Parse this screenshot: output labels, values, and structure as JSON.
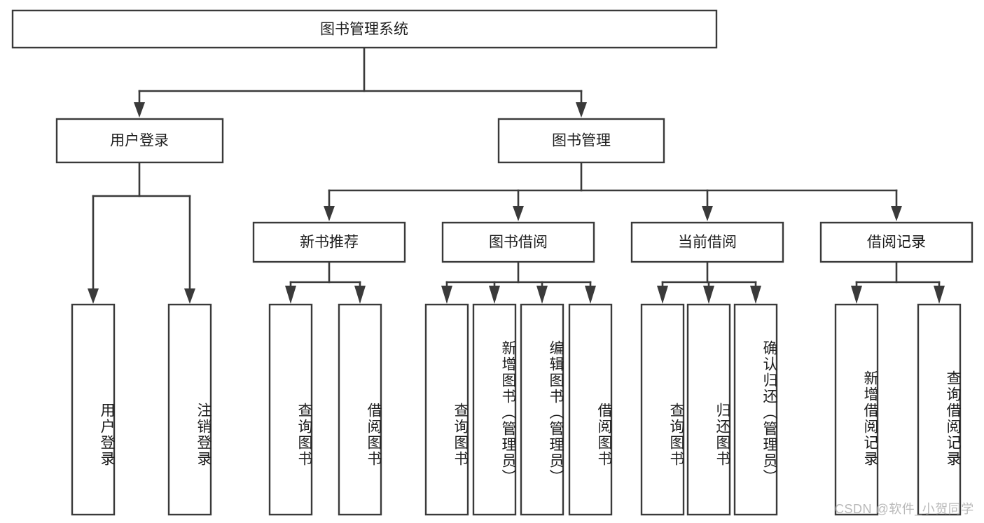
{
  "diagram": {
    "type": "tree",
    "title": "图书管理系统",
    "watermark": "CSDN @软件_小贺同学",
    "colors": {
      "stroke": "#3a3a3a",
      "fill": "#ffffff",
      "text": "#1d1d1d",
      "watermark": "#b9b9b9"
    },
    "nodes": {
      "root": {
        "label": "图书管理系统",
        "level": 0
      },
      "l1_user_login": {
        "label": "用户登录",
        "level": 1
      },
      "l1_book_manage": {
        "label": "图书管理",
        "level": 1
      },
      "l2_new_book": {
        "label": "新书推荐",
        "level": 2
      },
      "l2_book_borrow": {
        "label": "图书借阅",
        "level": 2
      },
      "l2_current_borrow": {
        "label": "当前借阅",
        "level": 2
      },
      "l2_borrow_record": {
        "label": "借阅记录",
        "level": 2
      },
      "leaf_user_login": {
        "label": "用户登录",
        "level": 3
      },
      "leaf_logout": {
        "label": "注销登录",
        "level": 3
      },
      "leaf_query_book_1": {
        "label": "查询图书",
        "level": 3
      },
      "leaf_borrow_book_1": {
        "label": "借阅图书",
        "level": 3
      },
      "leaf_query_book_2": {
        "label": "查询图书",
        "level": 3
      },
      "leaf_add_book": {
        "label": "新增图书（管理员）",
        "level": 3
      },
      "leaf_edit_book": {
        "label": "编辑图书（管理员）",
        "level": 3
      },
      "leaf_borrow_book_2": {
        "label": "借阅图书",
        "level": 3
      },
      "leaf_query_book_3": {
        "label": "查询图书",
        "level": 3
      },
      "leaf_return_book": {
        "label": "归还图书",
        "level": 3
      },
      "leaf_confirm_return": {
        "label": "确认归还（管理员）",
        "level": 3
      },
      "leaf_add_record": {
        "label": "新增借阅记录",
        "level": 3
      },
      "leaf_query_record": {
        "label": "查询借阅记录",
        "level": 3
      }
    },
    "edges": [
      {
        "from": "root",
        "to": "l1_user_login"
      },
      {
        "from": "root",
        "to": "l1_book_manage"
      },
      {
        "from": "l1_user_login",
        "to": "leaf_user_login"
      },
      {
        "from": "l1_user_login",
        "to": "leaf_logout"
      },
      {
        "from": "l1_book_manage",
        "to": "l2_new_book"
      },
      {
        "from": "l1_book_manage",
        "to": "l2_book_borrow"
      },
      {
        "from": "l1_book_manage",
        "to": "l2_current_borrow"
      },
      {
        "from": "l1_book_manage",
        "to": "l2_borrow_record"
      },
      {
        "from": "l2_new_book",
        "to": "leaf_query_book_1"
      },
      {
        "from": "l2_new_book",
        "to": "leaf_borrow_book_1"
      },
      {
        "from": "l2_book_borrow",
        "to": "leaf_query_book_2"
      },
      {
        "from": "l2_book_borrow",
        "to": "leaf_add_book"
      },
      {
        "from": "l2_book_borrow",
        "to": "leaf_edit_book"
      },
      {
        "from": "l2_book_borrow",
        "to": "leaf_borrow_book_2"
      },
      {
        "from": "l2_current_borrow",
        "to": "leaf_query_book_3"
      },
      {
        "from": "l2_current_borrow",
        "to": "leaf_return_book"
      },
      {
        "from": "l2_current_borrow",
        "to": "leaf_confirm_return"
      },
      {
        "from": "l2_borrow_record",
        "to": "leaf_add_record"
      },
      {
        "from": "l2_borrow_record",
        "to": "leaf_query_record"
      }
    ]
  }
}
